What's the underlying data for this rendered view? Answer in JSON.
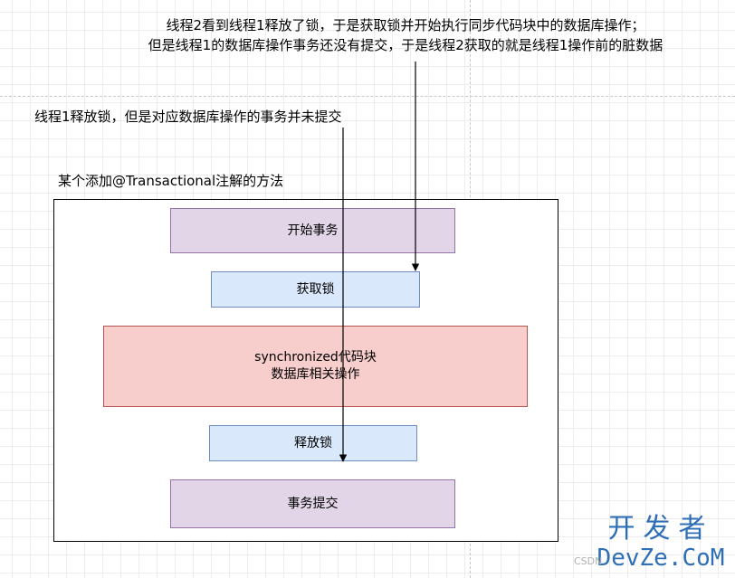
{
  "notes": {
    "thread2_line1": "线程2看到线程1释放了锁，于是获取锁并开始执行同步代码块中的数据库操作；",
    "thread2_line2": "但是线程1的数据库操作事务还没有提交，于是线程2获取的就是线程1操作前的脏数据",
    "thread1": "线程1释放锁，但是对应数据库操作的事务并未提交"
  },
  "method_label": "某个添加@Transactional注解的方法",
  "steps": {
    "start": "开始事务",
    "acquire_lock": "获取锁",
    "sync_line1": "synchronized代码块",
    "sync_line2": "数据库相关操作",
    "release_lock": "释放锁",
    "commit": "事务提交"
  },
  "watermark": {
    "cn": "开发者",
    "en": "DevZe.CoM",
    "csdn": "CSDN"
  },
  "colors": {
    "transaction_fill": "#e1d5e7",
    "transaction_border": "#9673a6",
    "lock_fill": "#dae8fc",
    "lock_border": "#6c8ebf",
    "sync_fill": "#f8cecc",
    "sync_border": "#b85450",
    "watermark": "#2f6fb6"
  }
}
